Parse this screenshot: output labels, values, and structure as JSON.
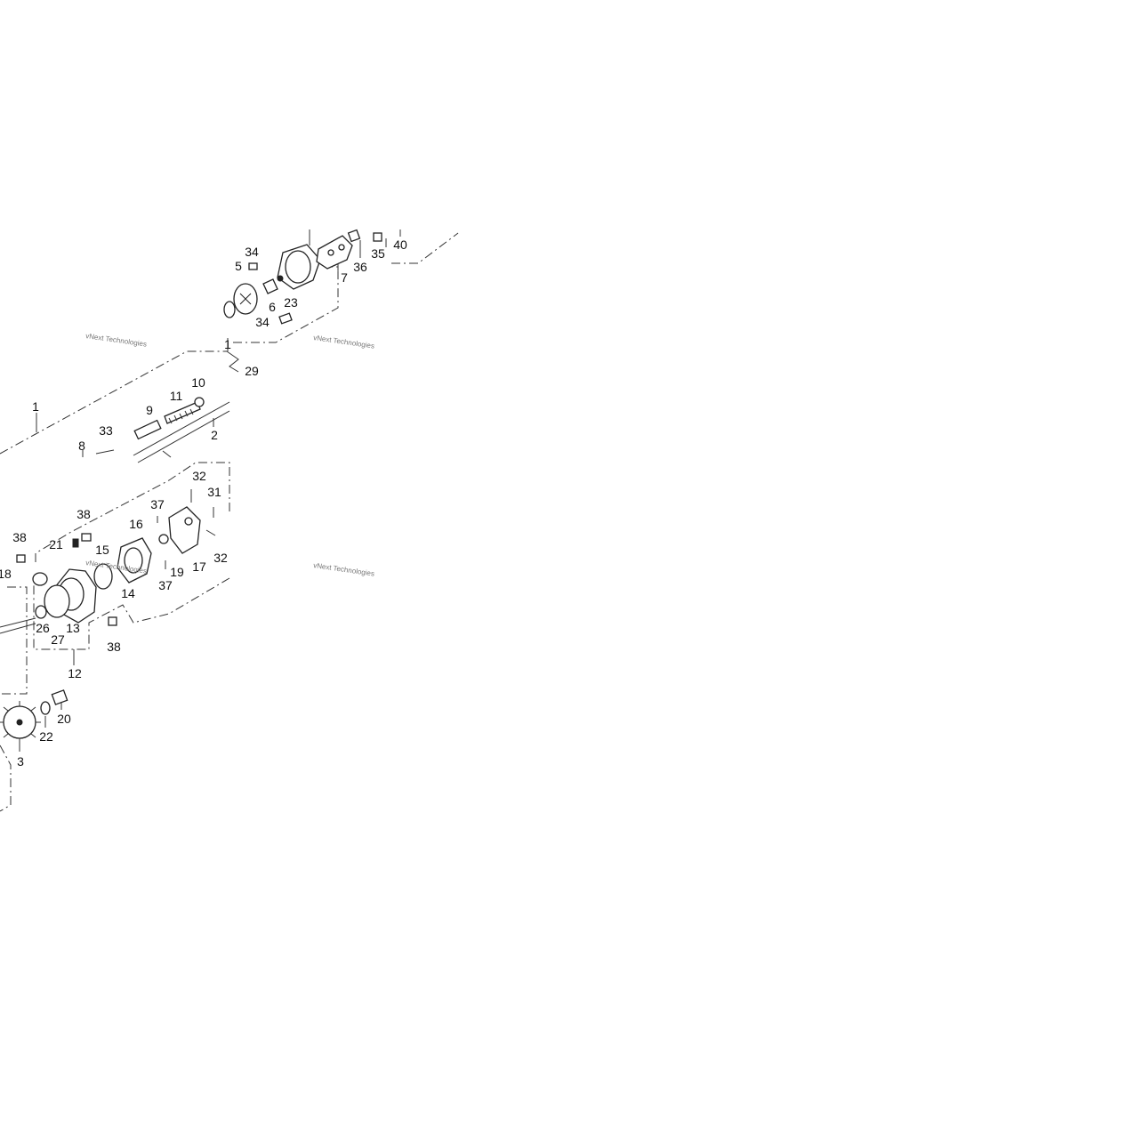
{
  "diagram": {
    "callouts": [
      {
        "id": "c1a",
        "text": "1"
      },
      {
        "id": "c1b",
        "text": "1"
      },
      {
        "id": "c2",
        "text": "2"
      },
      {
        "id": "c3",
        "text": "3"
      },
      {
        "id": "c5",
        "text": "5"
      },
      {
        "id": "c6",
        "text": "6"
      },
      {
        "id": "c7",
        "text": "7"
      },
      {
        "id": "c8",
        "text": "8"
      },
      {
        "id": "c9",
        "text": "9"
      },
      {
        "id": "c10",
        "text": "10"
      },
      {
        "id": "c11",
        "text": "11"
      },
      {
        "id": "c12",
        "text": "12"
      },
      {
        "id": "c13",
        "text": "13"
      },
      {
        "id": "c14",
        "text": "14"
      },
      {
        "id": "c15",
        "text": "15"
      },
      {
        "id": "c16",
        "text": "16"
      },
      {
        "id": "c17",
        "text": "17"
      },
      {
        "id": "c18",
        "text": "18"
      },
      {
        "id": "c19",
        "text": "19"
      },
      {
        "id": "c20",
        "text": "20"
      },
      {
        "id": "c21",
        "text": "21"
      },
      {
        "id": "c22",
        "text": "22"
      },
      {
        "id": "c23",
        "text": "23"
      },
      {
        "id": "c26",
        "text": "26"
      },
      {
        "id": "c27",
        "text": "27"
      },
      {
        "id": "c29",
        "text": "29"
      },
      {
        "id": "c31",
        "text": "31"
      },
      {
        "id": "c32a",
        "text": "32"
      },
      {
        "id": "c32b",
        "text": "32"
      },
      {
        "id": "c33",
        "text": "33"
      },
      {
        "id": "c34a",
        "text": "34"
      },
      {
        "id": "c34b",
        "text": "34"
      },
      {
        "id": "c35",
        "text": "35"
      },
      {
        "id": "c36",
        "text": "36"
      },
      {
        "id": "c37a",
        "text": "37"
      },
      {
        "id": "c37b",
        "text": "37"
      },
      {
        "id": "c38a",
        "text": "38"
      },
      {
        "id": "c38b",
        "text": "38"
      },
      {
        "id": "c38c",
        "text": "38"
      },
      {
        "id": "c40",
        "text": "40"
      }
    ],
    "watermarks": [
      {
        "id": "wm1",
        "text": "vNext Technologies"
      },
      {
        "id": "wm2",
        "text": "vNext Technologies"
      },
      {
        "id": "wm3",
        "text": "vNext Technologies"
      },
      {
        "id": "wm4",
        "text": "vNext Technologies"
      }
    ]
  }
}
